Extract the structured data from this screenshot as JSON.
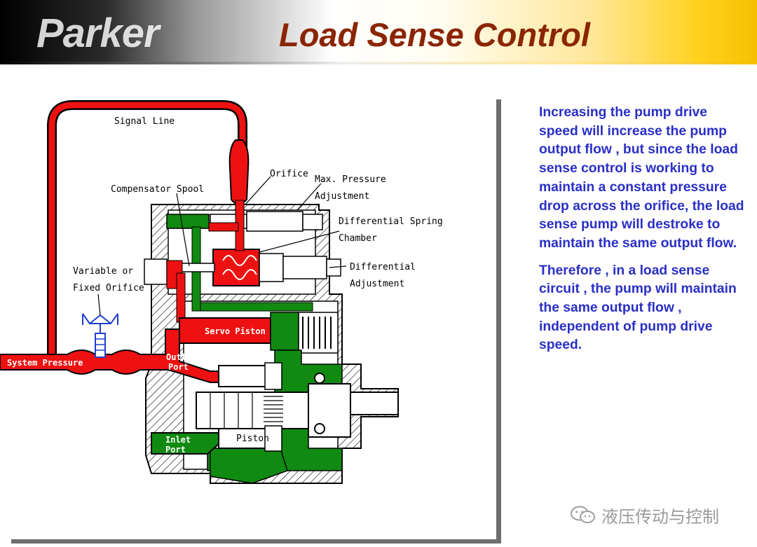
{
  "header": {
    "logo": "Parker",
    "title": "Load Sense Control"
  },
  "diagram": {
    "labels": {
      "signal_line": "Signal Line",
      "orifice": "Orifice",
      "max_pressure_1": "Max. Pressure",
      "max_pressure_2": "Adjustment",
      "compensator_spool": "Compensator Spool",
      "diff_spring_1": "Differential Spring",
      "diff_spring_2": "Chamber",
      "variable_1": "Variable or",
      "variable_2": "Fixed Orifice",
      "differential_1": "Differential",
      "differential_2": "Adjustment",
      "servo_piston": "Servo Piston",
      "system_pressure": "System Pressure",
      "outlet_1": "Outlet",
      "outlet_2": "Port",
      "inlet_1": "Inlet",
      "inlet_2": "Port",
      "piston": "Piston"
    },
    "colors": {
      "pressure": "#ee1111",
      "low_pressure": "#118a11",
      "outline": "#000000",
      "hatch": "#000000"
    }
  },
  "explanation": {
    "paragraph_1": "Increasing the pump drive speed will increase the pump output flow , but since the load sense control is working to maintain a constant pressure drop across the orifice, the load sense pump will destroke to maintain the same output flow.",
    "paragraph_2": "Therefore , in  a load sense circuit , the pump will maintain the same output flow , independent of pump drive speed."
  },
  "watermark": {
    "text": "液压传动与控制",
    "icon": "wechat-icon"
  }
}
